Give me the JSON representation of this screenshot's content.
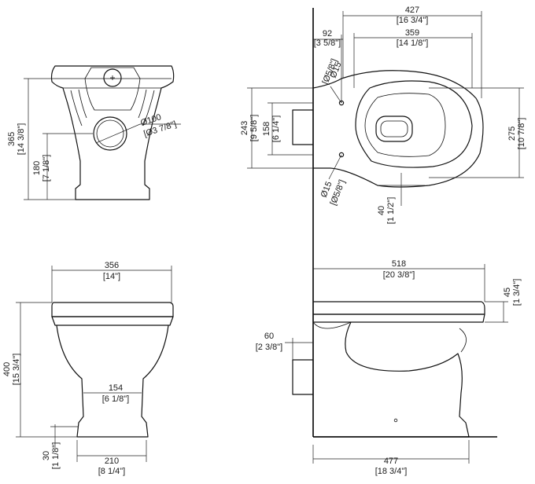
{
  "dimensions": {
    "front_height": {
      "mm": "365",
      "inch": "[14 3/8\"]"
    },
    "front_outlet_height": {
      "mm": "180",
      "inch": "[7 1/8\"]"
    },
    "outlet_diameter": {
      "mm": "Ø100",
      "inch": "[Ø3 7/8\"]"
    },
    "side_width": {
      "mm": "356",
      "inch": "[14\"]"
    },
    "side_height": {
      "mm": "400",
      "inch": "[15 3/4\"]"
    },
    "side_neck": {
      "mm": "154",
      "inch": "[6 1/8\"]"
    },
    "side_base": {
      "mm": "210",
      "inch": "[8 1/4\"]"
    },
    "side_foot": {
      "mm": "30",
      "inch": "[1 1/8\"]"
    },
    "top_length": {
      "mm": "427",
      "inch": "[16 3/4\"]"
    },
    "top_bowl": {
      "mm": "359",
      "inch": "[14 1/8\"]"
    },
    "top_hole_offset": {
      "mm": "92",
      "inch": "[3 5/8\"]"
    },
    "top_hole_top": {
      "mm": "Ø15",
      "inch": "[Ø5/8\"]"
    },
    "top_hole_bottom": {
      "mm": "Ø15",
      "inch": "[Ø5/8\"]"
    },
    "top_width": {
      "mm": "275",
      "inch": "[10 7/8\"]"
    },
    "top_outer": {
      "mm": "243",
      "inch": "[9 5/8\"]"
    },
    "top_inner": {
      "mm": "158",
      "inch": "[6 1/4\"]"
    },
    "top_rim": {
      "mm": "40",
      "inch": "[1 1/2\"]"
    },
    "elev_length": {
      "mm": "518",
      "inch": "[20 3/8\"]"
    },
    "elev_rim": {
      "mm": "45",
      "inch": "[1 3/4\"]"
    },
    "elev_offset": {
      "mm": "60",
      "inch": "[2 3/8\"]"
    },
    "elev_base": {
      "mm": "477",
      "inch": "[18 3/4\"]"
    }
  }
}
